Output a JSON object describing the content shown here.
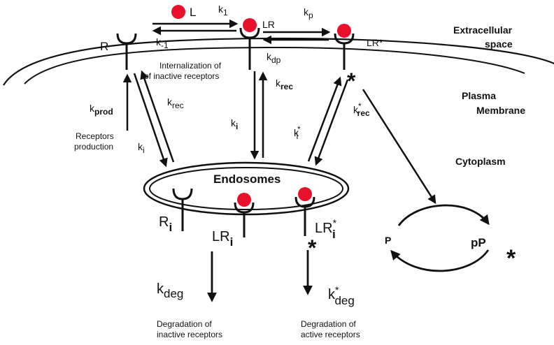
{
  "regions": {
    "extracellular_1": "Extracellular",
    "extracellular_2": "space",
    "membrane_1": "Plasma",
    "membrane_2": "Membrane",
    "cytoplasm": "Cytoplasm",
    "endosomes": "Endosomes"
  },
  "species": {
    "ligand": "L",
    "receptor": "R",
    "complex": "LR",
    "active_complex": "LR*",
    "internal_receptor_base": "R",
    "internal_receptor_sub": "i",
    "internal_complex_base": "LR",
    "internal_complex_sub": "i",
    "internal_active_base": "LR",
    "internal_active_sup": "*",
    "internal_active_sub": "i",
    "p": "P",
    "pp": "pP",
    "star": "*"
  },
  "rates": {
    "k": "k",
    "k1_sub": "1",
    "km1_sub": "-1",
    "kp_sub": "p",
    "kdp_sub": "dp",
    "kprod_sub": "prod",
    "krec_sub": "rec",
    "ki_sub": "i",
    "kdeg_sub": "deg",
    "star": "*"
  },
  "annotations": {
    "internalization_1": "Internalization of",
    "internalization_2": "of inactive receptors",
    "receptors_production_1": "Receptors",
    "receptors_production_2": "production",
    "degradation_inactive_1": "Degradation of",
    "degradation_inactive_2": "inactive receptors",
    "degradation_active_1": "Degradation of",
    "degradation_active_2": "active receptors"
  },
  "colors": {
    "ligand": "#e8102a",
    "stroke": "#111111"
  }
}
